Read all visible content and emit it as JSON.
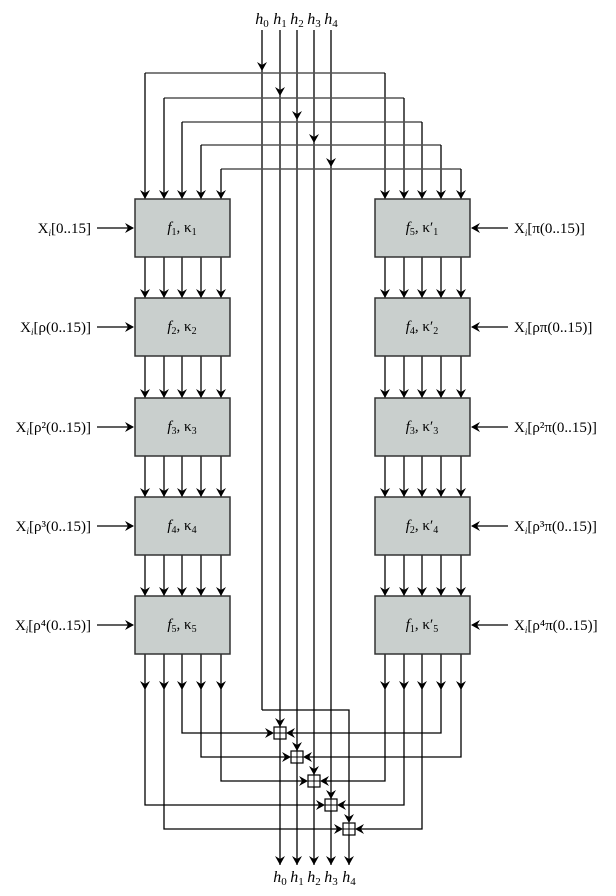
{
  "diagram": {
    "top_labels": [
      "h0",
      "h1",
      "h2",
      "h3",
      "h4"
    ],
    "bottom_labels": [
      "h0",
      "h1",
      "h2",
      "h3",
      "h4"
    ],
    "left_branch": {
      "boxes": [
        {
          "f": "f",
          "fsub": "1",
          "k": "κ",
          "ksub": "1",
          "input": "X",
          "isub": "i",
          "ibody": "[0..15]"
        },
        {
          "f": "f",
          "fsub": "2",
          "k": "κ",
          "ksub": "2",
          "input": "X",
          "isub": "i",
          "ibody": "[ρ(0..15)]"
        },
        {
          "f": "f",
          "fsub": "3",
          "k": "κ",
          "ksub": "3",
          "input": "X",
          "isub": "i",
          "ibody": "[ρ²(0..15)]"
        },
        {
          "f": "f",
          "fsub": "4",
          "k": "κ",
          "ksub": "4",
          "input": "X",
          "isub": "i",
          "ibody": "[ρ³(0..15)]"
        },
        {
          "f": "f",
          "fsub": "5",
          "k": "κ",
          "ksub": "5",
          "input": "X",
          "isub": "i",
          "ibody": "[ρ⁴(0..15)]"
        }
      ]
    },
    "right_branch": {
      "boxes": [
        {
          "f": "f",
          "fsub": "5",
          "k": "κ′",
          "ksub": "1",
          "input": "X",
          "isub": "i",
          "ibody": "[π(0..15)]"
        },
        {
          "f": "f",
          "fsub": "4",
          "k": "κ′",
          "ksub": "2",
          "input": "X",
          "isub": "i",
          "ibody": "[ρπ(0..15)]"
        },
        {
          "f": "f",
          "fsub": "3",
          "k": "κ′",
          "ksub": "3",
          "input": "X",
          "isub": "i",
          "ibody": "[ρ²π(0..15)]"
        },
        {
          "f": "f",
          "fsub": "2",
          "k": "κ′",
          "ksub": "4",
          "input": "X",
          "isub": "i",
          "ibody": "[ρ³π(0..15)]"
        },
        {
          "f": "f",
          "fsub": "1",
          "k": "κ′",
          "ksub": "5",
          "input": "X",
          "isub": "i",
          "ibody": "[ρ⁴π(0..15)]"
        }
      ]
    },
    "combiner_symbol": "⊞",
    "colors": {
      "box_fill": "#c9cfcd",
      "line": "#000000",
      "bus": "#555555"
    }
  }
}
